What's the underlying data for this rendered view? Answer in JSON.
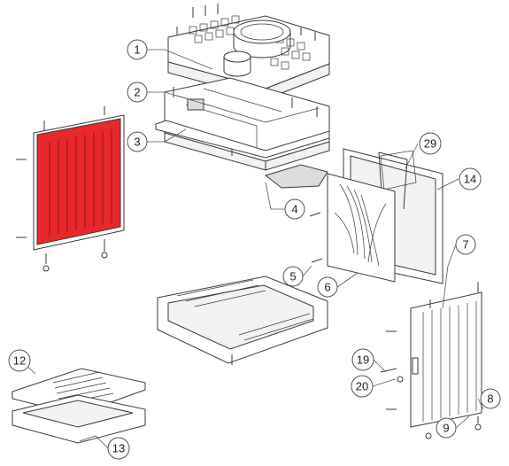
{
  "diagram": {
    "highlight_color": "#e8282b",
    "callouts": [
      {
        "id": "1",
        "label": "1"
      },
      {
        "id": "2",
        "label": "2"
      },
      {
        "id": "3",
        "label": "3"
      },
      {
        "id": "4",
        "label": "4"
      },
      {
        "id": "5",
        "label": "5"
      },
      {
        "id": "6",
        "label": "6"
      },
      {
        "id": "7",
        "label": "7"
      },
      {
        "id": "8",
        "label": "8"
      },
      {
        "id": "9",
        "label": "9"
      },
      {
        "id": "12",
        "label": "12"
      },
      {
        "id": "13",
        "label": "13"
      },
      {
        "id": "14",
        "label": "14"
      },
      {
        "id": "19",
        "label": "19"
      },
      {
        "id": "20",
        "label": "20"
      },
      {
        "id": "29",
        "label": "29"
      }
    ]
  }
}
